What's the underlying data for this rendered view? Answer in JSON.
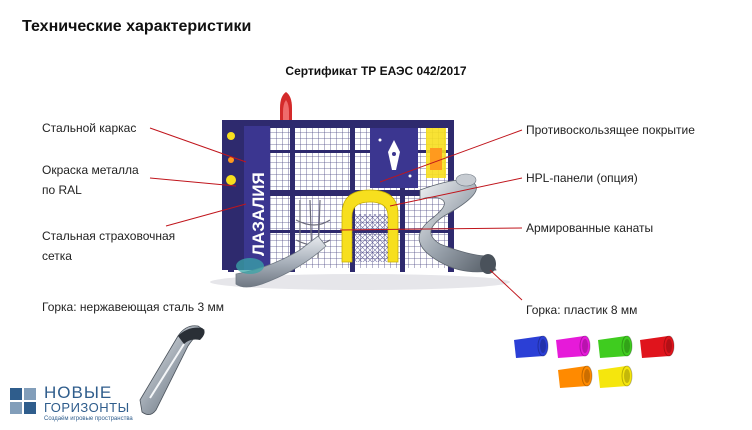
{
  "title": "Технические характеристики",
  "certificate": "Сертификат ТР ЕАЭС 042/2017",
  "labels": {
    "steel_frame": "Стальной каркас",
    "paint_line1": "Окраска металла",
    "paint_line2": "по RAL",
    "net_line1": "Стальная страховочная",
    "net_line2": "сетка",
    "slide_steel": "Горка: нержавеющая сталь 3 мм",
    "anti_slip": "Противоскользящее покрытие",
    "hpl": "HPL-панели (опция)",
    "ropes": "Армированные канаты",
    "slide_plastic": "Горка: пластик 8 мм"
  },
  "sign_text": "ЛАЗАЛИЯ",
  "logo": {
    "line1": "НОВЫЕ",
    "line2": "ГОРИЗОНТЫ",
    "line3": "Создаём игровые пространства"
  },
  "slide_colors": [
    "#2b3fd6",
    "#e61ad9",
    "#3fcc1f",
    "#e0141c",
    "#ff8a00",
    "#f5e60d"
  ],
  "colors": {
    "frame": "#2e2a6e",
    "arch": "#f7df1e",
    "leader_line": "#c0151c",
    "logo": "#2f5d8c"
  }
}
